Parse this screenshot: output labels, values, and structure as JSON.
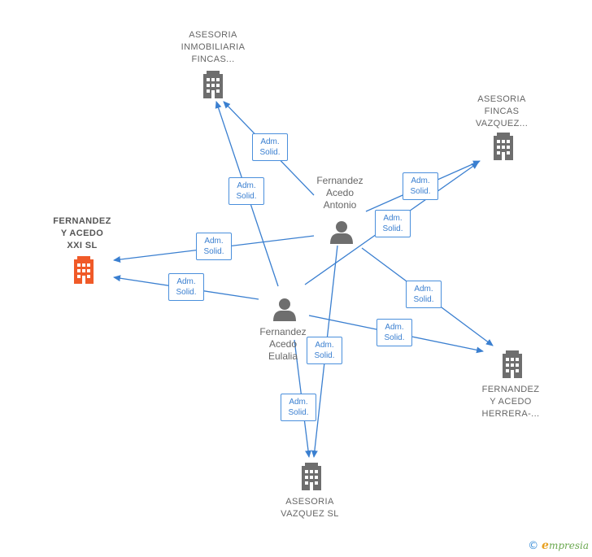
{
  "companies": [
    {
      "id": "c1",
      "lines": [
        "ASESORIA",
        "INMOBILIARIA",
        "FINCAS..."
      ],
      "focus": false
    },
    {
      "id": "c2",
      "lines": [
        "ASESORIA",
        "FINCAS",
        "VAZQUEZ..."
      ],
      "focus": false
    },
    {
      "id": "c3",
      "lines": [
        "FERNANDEZ",
        "Y ACEDO",
        "XXI  SL"
      ],
      "focus": true
    },
    {
      "id": "c4",
      "lines": [
        "FERNANDEZ",
        "Y ACEDO",
        "HERRERA-..."
      ],
      "focus": false
    },
    {
      "id": "c5",
      "lines": [
        "ASESORIA",
        "VAZQUEZ SL"
      ],
      "focus": false
    }
  ],
  "persons": [
    {
      "id": "p1",
      "lines": [
        "Fernandez",
        "Acedo",
        "Antonio"
      ]
    },
    {
      "id": "p2",
      "lines": [
        "Fernandez",
        "Acedo",
        "Eulalia"
      ]
    }
  ],
  "edge_label": {
    "line1": "Adm.",
    "line2": "Solid."
  },
  "edges": [
    {
      "from": "p1",
      "to": "c1"
    },
    {
      "from": "p1",
      "to": "c2"
    },
    {
      "from": "p1",
      "to": "c3"
    },
    {
      "from": "p1",
      "to": "c4"
    },
    {
      "from": "p1",
      "to": "c5"
    },
    {
      "from": "p2",
      "to": "c1"
    },
    {
      "from": "p2",
      "to": "c2"
    },
    {
      "from": "p2",
      "to": "c3"
    },
    {
      "from": "p2",
      "to": "c4"
    },
    {
      "from": "p2",
      "to": "c5"
    }
  ],
  "colors": {
    "edge": "#3a7fd0",
    "building": "#6e6e6e",
    "building_focus": "#f05a28",
    "person": "#6e6e6e"
  },
  "footer": {
    "copyright": "©",
    "brand_initial": "e",
    "brand_rest": "mpresia"
  }
}
